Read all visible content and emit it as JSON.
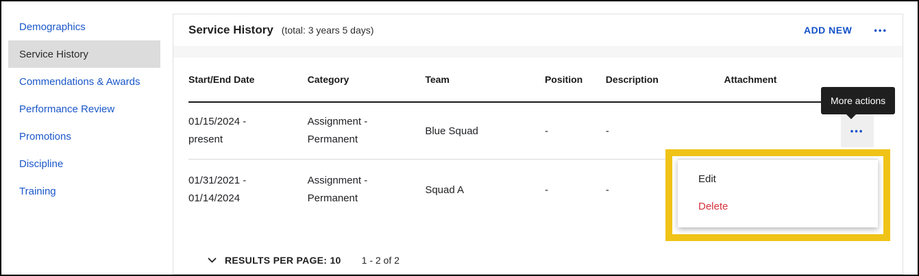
{
  "colors": {
    "accent_blue": "#1a57c9",
    "delete_red": "#d5333f",
    "highlight_yellow": "#f0c317",
    "tooltip_bg": "#1f1f1f",
    "selected_item_bg": "#dcdcdc"
  },
  "sidebar": {
    "items": [
      {
        "label": "Demographics",
        "selected": false
      },
      {
        "label": "Service History",
        "selected": true
      },
      {
        "label": "Commendations & Awards",
        "selected": false
      },
      {
        "label": "Performance Review",
        "selected": false
      },
      {
        "label": "Promotions",
        "selected": false
      },
      {
        "label": "Discipline",
        "selected": false
      },
      {
        "label": "Training",
        "selected": false
      }
    ]
  },
  "panel": {
    "title": "Service History",
    "subtitle": "(total: 3 years 5 days)",
    "add_new_label": "ADD NEW"
  },
  "icons": {
    "more_horizontal": "•••"
  },
  "table": {
    "columns": [
      "Start/End Date",
      "Category",
      "Team",
      "Position",
      "Description",
      "Attachment"
    ],
    "rows": [
      {
        "date_line1": "01/15/2024 -",
        "date_line2": "present",
        "category_line1": "Assignment -",
        "category_line2": "Permanent",
        "team": "Blue Squad",
        "position": "-",
        "description": "-",
        "attachment": ""
      },
      {
        "date_line1": "01/31/2021 -",
        "date_line2": "01/14/2024",
        "category_line1": "Assignment -",
        "category_line2": "Permanent",
        "team": "Squad A",
        "position": "-",
        "description": "-",
        "attachment": ""
      }
    ]
  },
  "tooltip": {
    "label": "More actions"
  },
  "context_menu": {
    "items": [
      {
        "label": "Edit"
      },
      {
        "label": "Delete"
      }
    ]
  },
  "pagination": {
    "per_page_label": "RESULTS PER PAGE:",
    "per_page_value": "10",
    "range_label": "1 - 2 of 2"
  }
}
